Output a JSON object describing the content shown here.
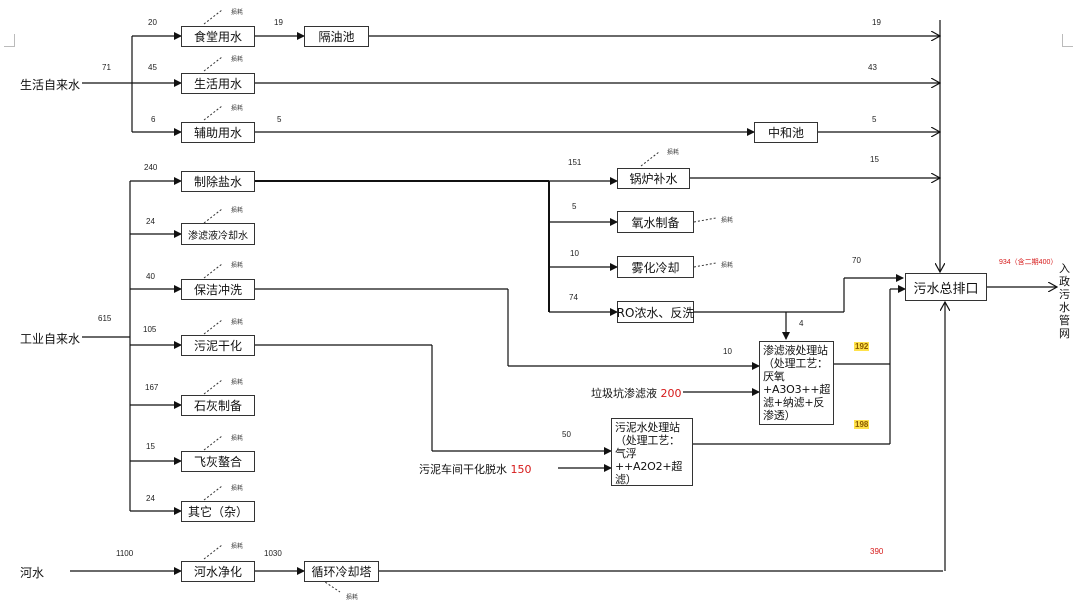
{
  "sources": {
    "domestic": "生活自来水",
    "industrial": "工业自来水",
    "river": "河水"
  },
  "boxes": {
    "canteen": "食堂用水",
    "grease_trap": "隔油池",
    "living": "生活用水",
    "auxiliary": "辅助用水",
    "neutral_tank": "中和池",
    "desalting": "制除盐水",
    "boiler_makeup": "锅炉补水",
    "ammonia_prep": "氧水制备",
    "atomize_cool": "雾化冷却",
    "ro_concentrate": "RO浓水、反洗",
    "leachate_cooling": "渗滤液冷却水",
    "cleaning": "保洁冲洗",
    "sludge_dry": "污泥干化",
    "lime_prep": "石灰制备",
    "fly_ash": "飞灰螯合",
    "other": "其它（杂）",
    "river_purify": "河水净化",
    "cooling_tower": "循环冷却塔",
    "leachate_station": "渗滤液处理站（处理工艺：厌氧+A3O3++超滤+纳滤+反渗透）",
    "sludge_station": "污泥水处理站（处理工艺：气浮++A2O2+超滤）",
    "main_outlet": "污水总排口",
    "municipal": "入政污水管网"
  },
  "external_inputs": {
    "landfill_leachate": "垃圾坑渗滤液",
    "landfill_leachate_value": "200",
    "sludge_dewater": "污泥车间干化脱水",
    "sludge_dewater_value": "150"
  },
  "flows": {
    "domestic_in": "71",
    "canteen_in": "20",
    "canteen_out": "19",
    "canteen_to_outlet": "19",
    "living_in": "45",
    "living_to_outlet": "43",
    "aux_in": "6",
    "aux_out": "5",
    "neutral_to_outlet": "5",
    "industrial_in": "615",
    "desalting_in": "240",
    "boiler_in": "151",
    "boiler_to_outlet": "15",
    "ammonia_in": "5",
    "atomize_in": "10",
    "ro_in": "74",
    "ro_to_outlet": "70",
    "ro_to_leachate": "4",
    "leachate_cool_in": "24",
    "cleaning_in": "40",
    "cleaning_to_leachate": "10",
    "sludge_dry_in": "105",
    "sludge_to_station": "50",
    "lime_in": "167",
    "flyash_in": "15",
    "other_in": "24",
    "leachate_station_out": "192",
    "sludge_station_out": "198",
    "river_in": "1100",
    "river_purify_out": "1030",
    "cooling_out": "390",
    "outlet_total": "934（含二期400）"
  },
  "loss_label": "损耗",
  "colors": {
    "line": "#111111",
    "red_text": "#d61a1a",
    "highlight": "#ffe24a"
  }
}
